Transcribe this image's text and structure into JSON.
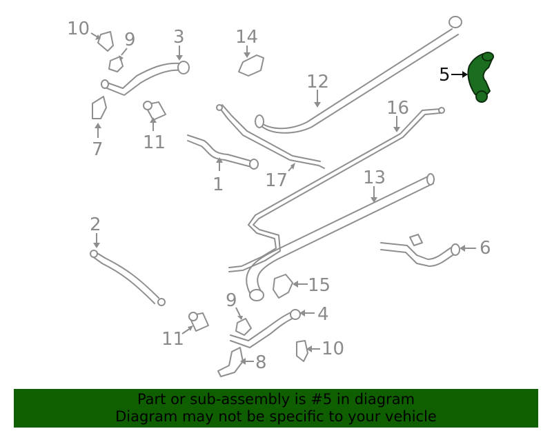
{
  "callouts": {
    "c1": "1",
    "c2": "2",
    "c3": "3",
    "c4": "4",
    "c5": "5",
    "c6": "6",
    "c7": "7",
    "c8": "8",
    "c9a": "9",
    "c9b": "9",
    "c10a": "10",
    "c10b": "10",
    "c11a": "11",
    "c11b": "11",
    "c12": "12",
    "c13": "13",
    "c14": "14",
    "c15": "15",
    "c16": "16",
    "c17": "17"
  },
  "highlight": {
    "part": "5",
    "color": "#1b6e1f"
  },
  "banner": {
    "line1": "Part or sub-assembly is #5 in diagram",
    "line2": "Diagram may not be specific to your vehicle",
    "color": "#0f5f00"
  }
}
